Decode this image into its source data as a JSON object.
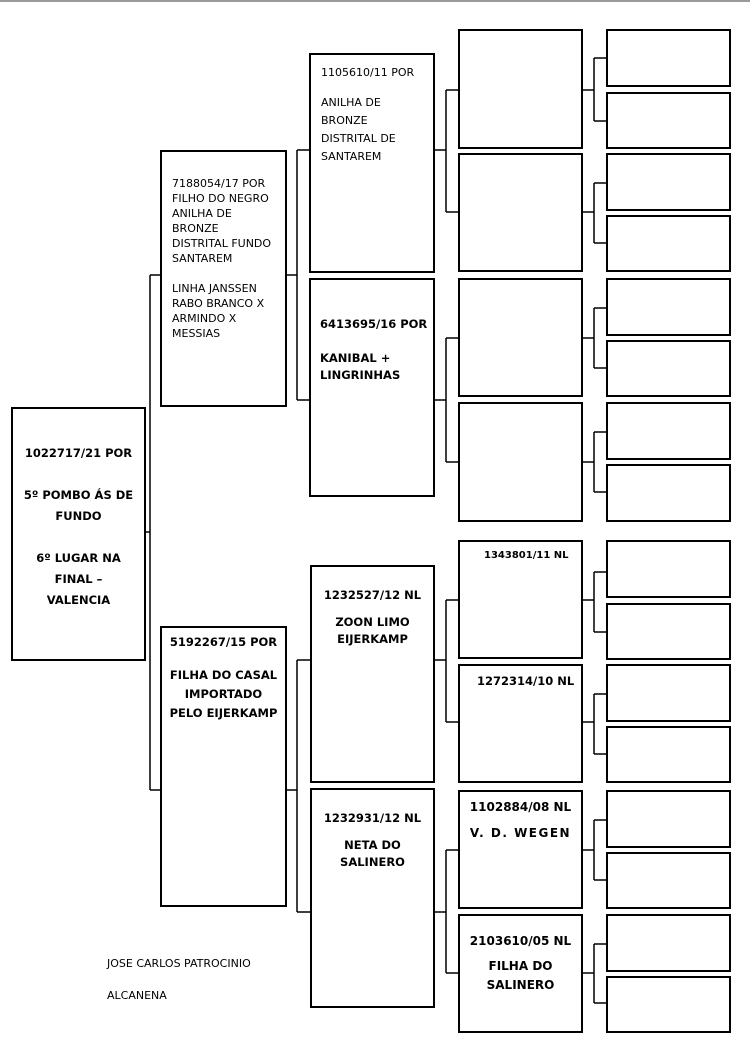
{
  "subject": {
    "ring": "1022717/21 POR",
    "line1": "5º POMBO ÁS DE",
    "line2": "FUNDO",
    "line3": "6º LUGAR NA",
    "line4": "FINAL –",
    "line5": "VALENCIA"
  },
  "sire": {
    "ring": "7188054/17 POR",
    "lines": [
      "FILHO DO NEGRO",
      "ANILHA DE",
      "BRONZE",
      "DISTRITAL FUNDO",
      "SANTAREM"
    ],
    "lines2": [
      "LINHA JANSSEN",
      "RABO BRANCO X",
      "ARMINDO X",
      "MESSIAS"
    ]
  },
  "dam": {
    "ring": "5192267/15 POR",
    "line1": "FILHA DO CASAL",
    "line2": "IMPORTADO",
    "line3": "PELO EIJERKAMP"
  },
  "sire_sire": {
    "ring": "1105610/11 POR",
    "lines": [
      "ANILHA DE",
      "BRONZE",
      "DISTRITAL DE",
      "SANTAREM"
    ]
  },
  "sire_dam": {
    "ring": "6413695/16 POR",
    "line1": "KANIBAL +",
    "line2": "LINGRINHAS"
  },
  "dam_sire": {
    "ring": "1232527/12 NL",
    "line1": "ZOON LIMO",
    "line2": "EIJERKAMP"
  },
  "dam_dam": {
    "ring": "1232931/12 NL",
    "line1": "NETA DO",
    "line2": "SALINERO"
  },
  "gen3": {
    "dam_sire_sire": "1343801/11 NL",
    "dam_sire_dam": "1272314/10 NL",
    "dam_dam_sire": "1102884/08 NL",
    "dam_dam_sire_name": "V. D. WEGEN",
    "dam_dam_dam": "2103610/05 NL",
    "dam_dam_dam_name1": "FILHA DO",
    "dam_dam_dam_name2": "SALINERO"
  },
  "footer": {
    "owner": "JOSE CARLOS PATROCINIO",
    "location": "ALCANENA"
  }
}
